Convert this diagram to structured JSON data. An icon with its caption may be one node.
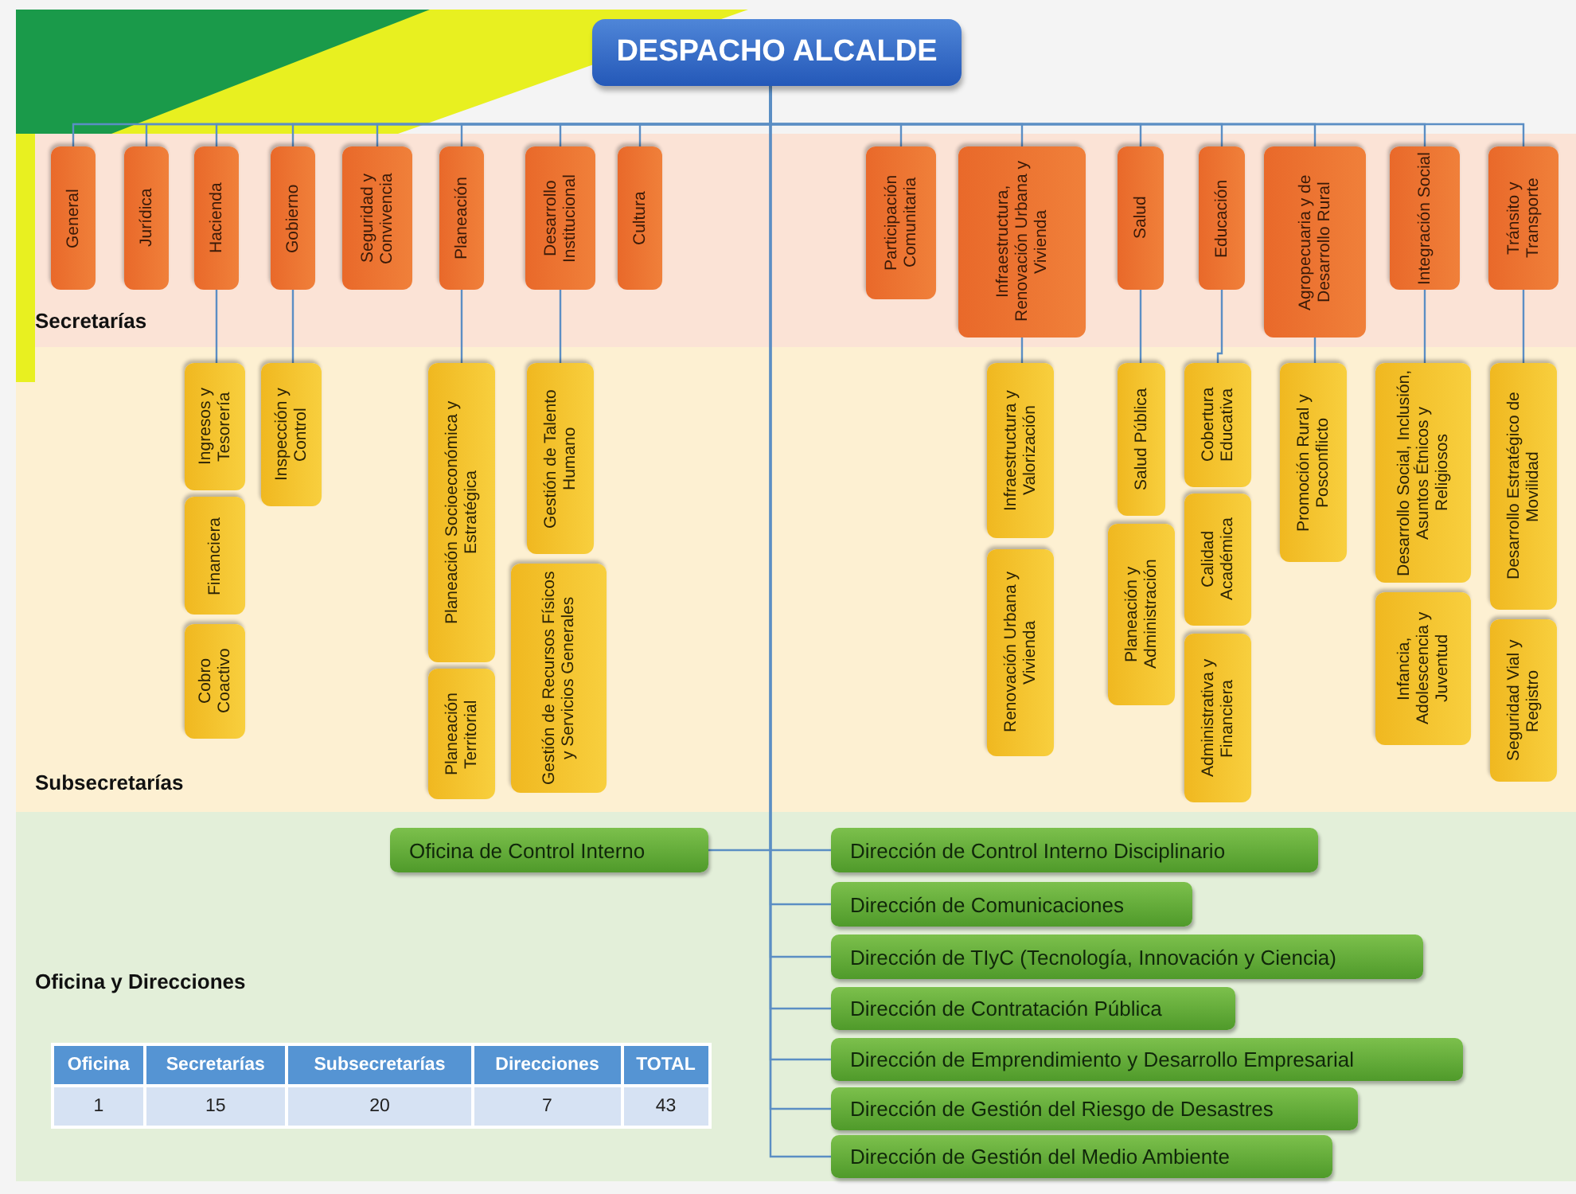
{
  "diagram": {
    "nodes": [
      {
        "text": [
          "DESPACHO ALCALDE"
        ]
      },
      {
        "text": [
          "General"
        ]
      },
      {
        "text": [
          "Jurídica"
        ]
      },
      {
        "text": [
          "Hacienda"
        ]
      },
      {
        "text": [
          "Gobierno"
        ]
      },
      {
        "text": [
          "Seguridad y Convivencia"
        ]
      },
      {
        "text": [
          "Planeación"
        ]
      },
      {
        "text": [
          "Desarrollo Institucional"
        ]
      },
      {
        "text": [
          "Cultura"
        ]
      },
      {
        "text": [
          "Participación Comunitaria"
        ]
      },
      {
        "text": [
          "Infraestructura, Renovación Urbana y Vivienda"
        ]
      },
      {
        "text": [
          "Salud"
        ]
      },
      {
        "text": [
          "Educación"
        ]
      },
      {
        "text": [
          "Agropecuaria y de Desarrollo Rural"
        ]
      },
      {
        "text": [
          "Integración Social"
        ]
      },
      {
        "text": [
          "Tránsito y Transporte"
        ]
      },
      {
        "text": [
          "Ingresos y Tesorería"
        ]
      },
      {
        "text": [
          "Financiera"
        ]
      },
      {
        "text": [
          "Cobro Coactivo"
        ]
      },
      {
        "text": [
          "Inspección y Control"
        ]
      },
      {
        "text": [
          "Planeación Socioeconómica y Estratégica"
        ]
      },
      {
        "text": [
          "Planeación Territorial"
        ]
      },
      {
        "text": [
          "Gestión de Talento Humano"
        ]
      },
      {
        "text": [
          "Gestión de Recursos Físicos y Servicios Generales"
        ]
      },
      {
        "text": [
          "Infraestructura y Valorización"
        ]
      },
      {
        "text": [
          "Renovación Urbana y Vivienda"
        ]
      },
      {
        "text": [
          "Salud Pública"
        ]
      },
      {
        "text": [
          "Planeación y Administración"
        ]
      },
      {
        "text": [
          "Cobertura Educativa"
        ]
      },
      {
        "text": [
          "Calidad Académica"
        ]
      },
      {
        "text": [
          "Administrativa y Financiera"
        ]
      },
      {
        "text": [
          "Promoción Rural y Posconflicto"
        ]
      },
      {
        "text": [
          "Desarrollo Social, Inclusión, Asuntos Étnicos y Religiosos"
        ]
      },
      {
        "text": [
          "Infancia, Adolescencia y Juventud"
        ]
      },
      {
        "text": [
          "Desarrollo Estratégico de Movilidad"
        ]
      },
      {
        "text": [
          "Seguridad Vial y Registro"
        ]
      },
      {
        "text": [
          "Oficina de Control Interno"
        ]
      },
      {
        "text": [
          "Dirección de Control Interno Disciplinario"
        ]
      },
      {
        "text": [
          "Dirección de Comunicaciones"
        ]
      },
      {
        "text": [
          "Dirección de TIyC (Tecnología, Innovación y Ciencia)"
        ]
      },
      {
        "text": [
          "Dirección de Contratación Pública"
        ]
      },
      {
        "text": [
          "Dirección de Emprendimiento y Desarrollo Empresarial"
        ]
      },
      {
        "text": [
          "Dirección de Gestión del Riesgo de Desastres"
        ]
      },
      {
        "text": [
          "Dirección de Gestión del Medio Ambiente"
        ]
      }
    ],
    "edges": [
      {
        "from": 0,
        "to": 1,
        "arrow": "none"
      },
      {
        "from": 0,
        "to": 2,
        "arrow": "none"
      },
      {
        "from": 0,
        "to": 3,
        "arrow": "none"
      },
      {
        "from": 0,
        "to": 4,
        "arrow": "none"
      },
      {
        "from": 0,
        "to": 5,
        "arrow": "none"
      },
      {
        "from": 0,
        "to": 6,
        "arrow": "none"
      },
      {
        "from": 0,
        "to": 7,
        "arrow": "none"
      },
      {
        "from": 0,
        "to": 8,
        "arrow": "none"
      },
      {
        "from": 0,
        "to": 9,
        "arrow": "none"
      },
      {
        "from": 0,
        "to": 10,
        "arrow": "none"
      },
      {
        "from": 0,
        "to": 11,
        "arrow": "none"
      },
      {
        "from": 0,
        "to": 12,
        "arrow": "none"
      },
      {
        "from": 0,
        "to": 13,
        "arrow": "none"
      },
      {
        "from": 0,
        "to": 14,
        "arrow": "none"
      },
      {
        "from": 0,
        "to": 15,
        "arrow": "none"
      },
      {
        "from": 3,
        "to": 16,
        "arrow": "none"
      },
      {
        "from": 4,
        "to": 19,
        "arrow": "none"
      },
      {
        "from": 6,
        "to": 20,
        "arrow": "none"
      },
      {
        "from": 7,
        "to": 22,
        "arrow": "none"
      },
      {
        "from": 10,
        "to": 24,
        "arrow": "none"
      },
      {
        "from": 11,
        "to": 26,
        "arrow": "none"
      },
      {
        "from": 12,
        "to": 28,
        "arrow": "none"
      },
      {
        "from": 13,
        "to": 31,
        "arrow": "none"
      },
      {
        "from": 14,
        "to": 32,
        "arrow": "none"
      },
      {
        "from": 15,
        "to": 34,
        "arrow": "none"
      },
      {
        "from": 0,
        "to": 36,
        "arrow": "none"
      },
      {
        "from": 0,
        "to": 37,
        "arrow": "none"
      },
      {
        "from": 0,
        "to": 38,
        "arrow": "none"
      },
      {
        "from": 0,
        "to": 39,
        "arrow": "none"
      },
      {
        "from": 0,
        "to": 40,
        "arrow": "none"
      },
      {
        "from": 0,
        "to": 41,
        "arrow": "none"
      },
      {
        "from": 0,
        "to": 42,
        "arrow": "none"
      },
      {
        "from": 0,
        "to": 43,
        "arrow": "none"
      }
    ],
    "labels": [
      "Secretarías",
      "Subsecretarías",
      "Oficina y Direcciones",
      "Oficina",
      "Secretarías",
      "Subsecretarías",
      "Direcciones",
      "TOTAL",
      "1",
      "15",
      "20",
      "7",
      "43"
    ]
  }
}
